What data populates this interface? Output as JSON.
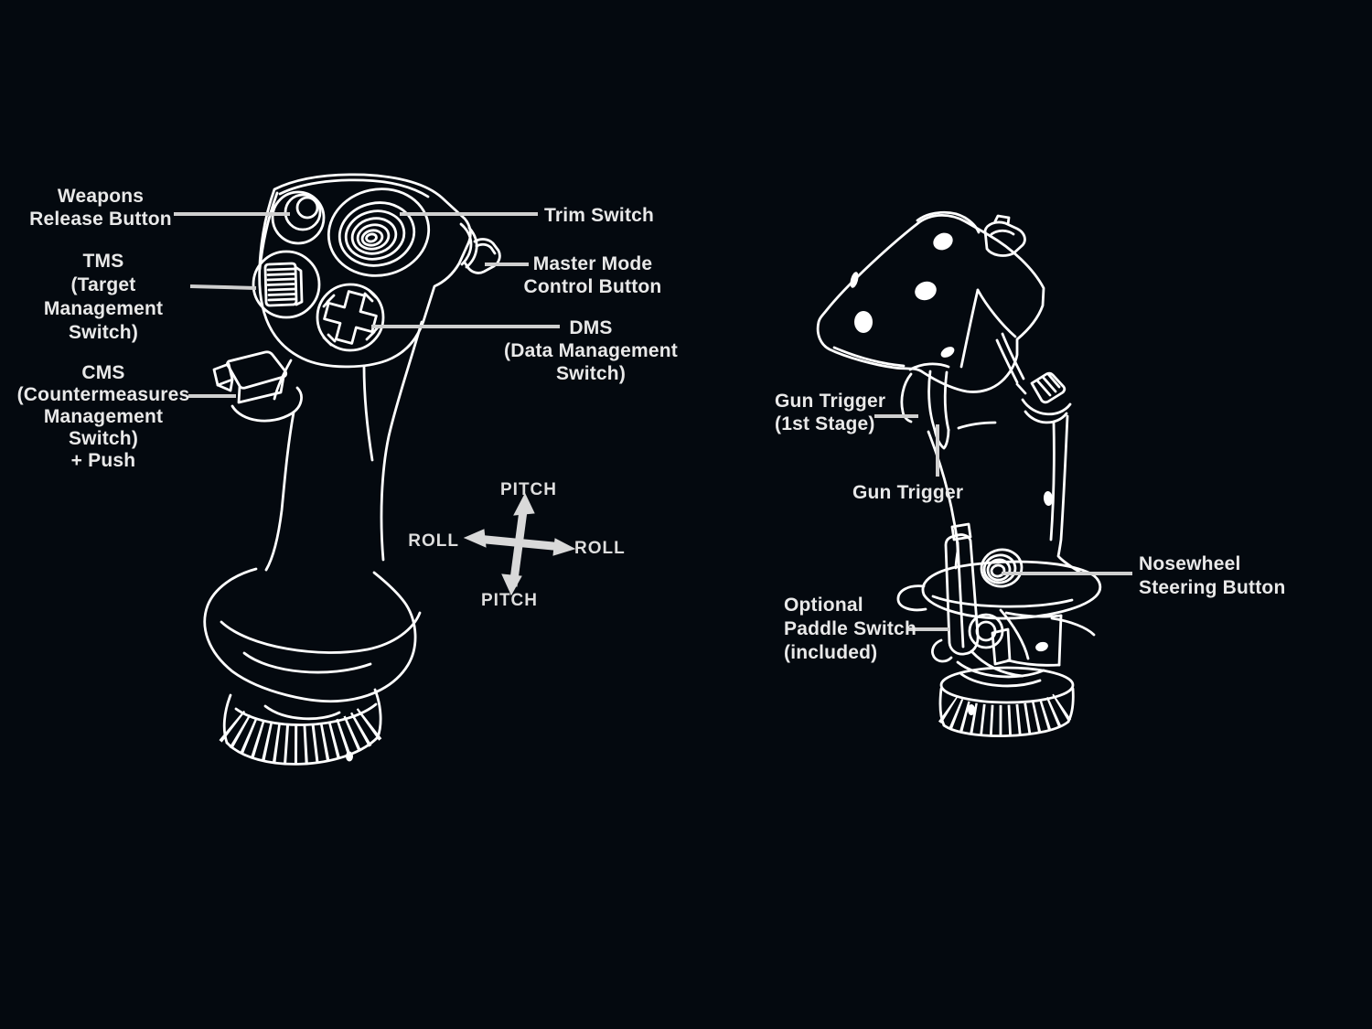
{
  "colors": {
    "background": "#04090f",
    "line_art": "#ffffff",
    "leader_line": "#cfcfcf",
    "label_text": "#e9e9e9",
    "axis_arrow": "#d9d9d9"
  },
  "left_stick": {
    "view": "joystick front view",
    "labels": {
      "weapons_release": "Weapons\nRelease Button",
      "tms": "TMS\n(Target Management\nSwitch)",
      "cms": "CMS\n(Countermeasures\nManagement Switch)\n+ Push",
      "trim": "Trim Switch",
      "master_mode": "Master Mode\nControl Button",
      "dms": "DMS\n(Data Management\nSwitch)"
    }
  },
  "axis_cross": {
    "pitch_up": "PITCH",
    "pitch_down": "PITCH",
    "roll_left": "ROLL",
    "roll_right": "ROLL"
  },
  "right_stick": {
    "view": "joystick side view",
    "labels": {
      "gun_trigger_first_stage": "Gun Trigger\n(1st Stage)",
      "gun_trigger": "Gun Trigger",
      "nosewheel_steering": "Nosewheel\nSteering Button",
      "paddle_switch": "Optional\nPaddle Switch\n(included)"
    }
  }
}
